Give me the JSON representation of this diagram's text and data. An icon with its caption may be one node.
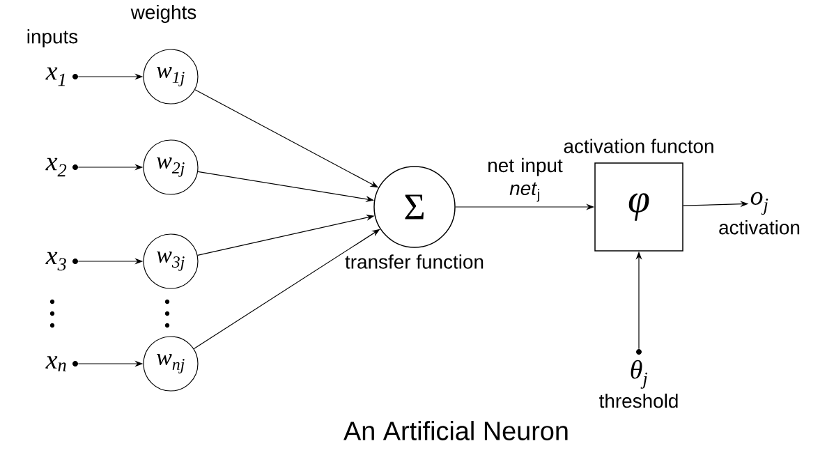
{
  "diagram": {
    "caption": "An Artificial Neuron",
    "nodes": [
      {
        "text": [],
        "shape": "circle",
        "beside": [
          "x$_{1}$"
        ]
      },
      {
        "text": [
          "w$_{1j}$"
        ]
      },
      {
        "text": [],
        "shape": "circle",
        "beside": [
          "x$_{2}$"
        ]
      },
      {
        "text": [
          "w$_{2j}$"
        ]
      },
      {
        "text": [],
        "shape": "circle",
        "beside": [
          "x$_{3}$"
        ]
      },
      {
        "text": [
          "w$_{3j}$"
        ]
      },
      {
        "text": [],
        "shape": "circle",
        "beside": [
          "x$_{n}$"
        ]
      },
      {
        "text": [
          "w$_{nj}$"
        ]
      },
      {
        "text": [
          "Σ"
        ],
        "beside": [
          "transfer function"
        ]
      },
      {
        "text": [
          "φ"
        ],
        "beside": [
          "activation functon"
        ]
      },
      {
        "text": [
          "o$_{j}$"
        ],
        "beside": [
          "activation"
        ]
      },
      {
        "text": [],
        "shape": "circle",
        "beside": [
          "θ$_{j}$",
          "threshold"
        ]
      }
    ],
    "edges": [
      {
        "from": 0,
        "to": 1,
        "arrow": "to"
      },
      {
        "from": 2,
        "to": 3,
        "arrow": "to"
      },
      {
        "from": 4,
        "to": 5,
        "arrow": "to"
      },
      {
        "from": 6,
        "to": 7,
        "arrow": "to"
      },
      {
        "from": 1,
        "to": 8,
        "arrow": "to"
      },
      {
        "from": 3,
        "to": 8,
        "arrow": "to"
      },
      {
        "from": 5,
        "to": 8,
        "arrow": "to"
      },
      {
        "from": 7,
        "to": 8,
        "arrow": "to"
      },
      {
        "from": 8,
        "to": 9,
        "arrow": "to",
        "label": "net input *net*$_{j}$"
      },
      {
        "from": 9,
        "to": 10,
        "arrow": "to"
      },
      {
        "from": 11,
        "to": 9,
        "arrow": "to"
      }
    ],
    "labels": [
      "inputs",
      "weights"
    ]
  }
}
